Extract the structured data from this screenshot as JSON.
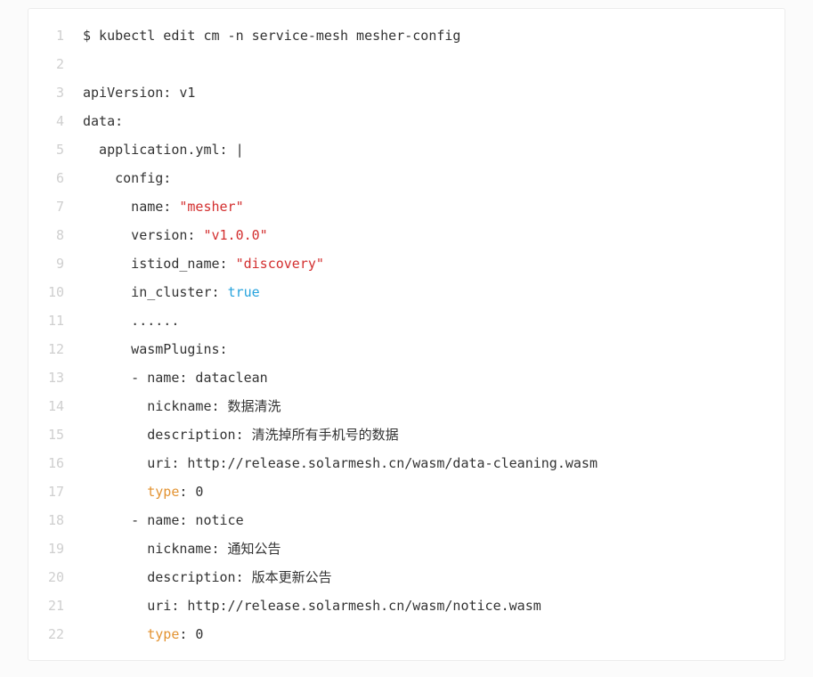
{
  "page": {
    "background": "#fbfbfb"
  },
  "code_block": {
    "colors": {
      "background": "#ffffff",
      "border": "#ececec",
      "line_number": "#cfcfcf",
      "plain": "#333333",
      "string": "#d32f2f",
      "literal": "#27a3dd",
      "builtin": "#e39332"
    },
    "lines": [
      {
        "number": 1,
        "segments": [
          {
            "type": "plain",
            "text": "$ kubectl edit cm -n service-mesh mesher-config"
          }
        ]
      },
      {
        "number": 2,
        "segments": []
      },
      {
        "number": 3,
        "segments": [
          {
            "type": "plain",
            "text": "apiVersion: v1"
          }
        ]
      },
      {
        "number": 4,
        "segments": [
          {
            "type": "plain",
            "text": "data:"
          }
        ]
      },
      {
        "number": 5,
        "segments": [
          {
            "type": "plain",
            "text": "  application.yml: |"
          }
        ]
      },
      {
        "number": 6,
        "segments": [
          {
            "type": "plain",
            "text": "    config:"
          }
        ]
      },
      {
        "number": 7,
        "segments": [
          {
            "type": "plain",
            "text": "      name: "
          },
          {
            "type": "string",
            "text": "\"mesher\""
          }
        ]
      },
      {
        "number": 8,
        "segments": [
          {
            "type": "plain",
            "text": "      version: "
          },
          {
            "type": "string",
            "text": "\"v1.0.0\""
          }
        ]
      },
      {
        "number": 9,
        "segments": [
          {
            "type": "plain",
            "text": "      istiod_name: "
          },
          {
            "type": "string",
            "text": "\"discovery\""
          }
        ]
      },
      {
        "number": 10,
        "segments": [
          {
            "type": "plain",
            "text": "      in_cluster: "
          },
          {
            "type": "literal",
            "text": "true"
          }
        ]
      },
      {
        "number": 11,
        "segments": [
          {
            "type": "plain",
            "text": "      ......"
          }
        ]
      },
      {
        "number": 12,
        "segments": [
          {
            "type": "plain",
            "text": "      wasmPlugins:"
          }
        ]
      },
      {
        "number": 13,
        "segments": [
          {
            "type": "plain",
            "text": "      - name: dataclean"
          }
        ]
      },
      {
        "number": 14,
        "segments": [
          {
            "type": "plain",
            "text": "        nickname: 数据清洗"
          }
        ]
      },
      {
        "number": 15,
        "segments": [
          {
            "type": "plain",
            "text": "        description: 清洗掉所有手机号的数据"
          }
        ]
      },
      {
        "number": 16,
        "segments": [
          {
            "type": "plain",
            "text": "        uri: http://release.solarmesh.cn/wasm/data-cleaning.wasm"
          }
        ]
      },
      {
        "number": 17,
        "segments": [
          {
            "type": "plain",
            "text": "        "
          },
          {
            "type": "builtin",
            "text": "type"
          },
          {
            "type": "plain",
            "text": ": 0"
          }
        ]
      },
      {
        "number": 18,
        "segments": [
          {
            "type": "plain",
            "text": "      - name: notice"
          }
        ]
      },
      {
        "number": 19,
        "segments": [
          {
            "type": "plain",
            "text": "        nickname: 通知公告"
          }
        ]
      },
      {
        "number": 20,
        "segments": [
          {
            "type": "plain",
            "text": "        description: 版本更新公告"
          }
        ]
      },
      {
        "number": 21,
        "segments": [
          {
            "type": "plain",
            "text": "        uri: http://release.solarmesh.cn/wasm/notice.wasm"
          }
        ]
      },
      {
        "number": 22,
        "segments": [
          {
            "type": "plain",
            "text": "        "
          },
          {
            "type": "builtin",
            "text": "type"
          },
          {
            "type": "plain",
            "text": ": 0"
          }
        ]
      }
    ]
  }
}
